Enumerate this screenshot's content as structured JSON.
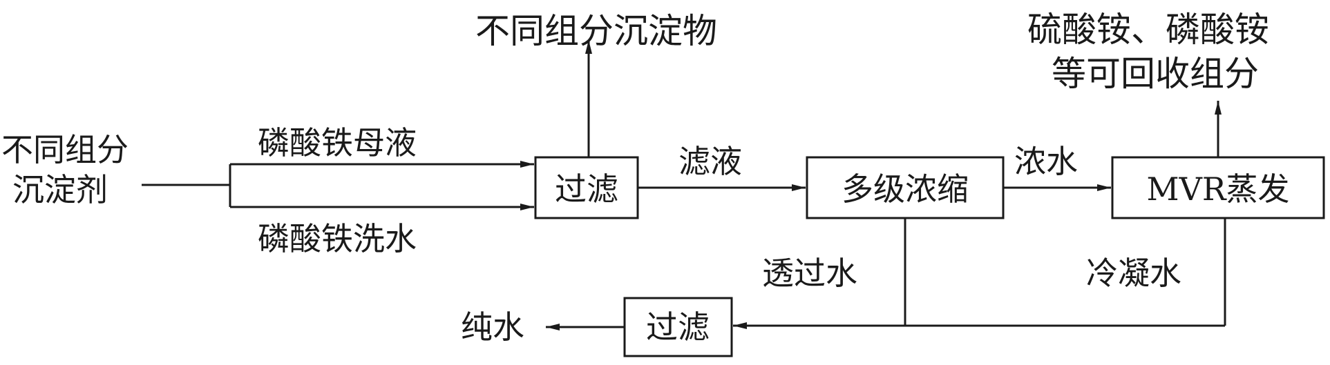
{
  "nodes": {
    "agent_l1": "不同组分",
    "agent_l2": "沉淀剂",
    "filter1": "过滤",
    "multistage": "多级浓缩",
    "mvr": "MVR蒸发",
    "filter2": "过滤"
  },
  "labels": {
    "mother_liquor": "磷酸铁母液",
    "wash_water": "磷酸铁洗水",
    "precipitate": "不同组分沉淀物",
    "filtrate": "滤液",
    "concentrate": "浓水",
    "recover_l1": "硫酸铵、磷酸铵",
    "recover_l2": "等可回收组分",
    "permeate": "透过水",
    "condensate": "冷凝水",
    "pure_water": "纯水"
  }
}
